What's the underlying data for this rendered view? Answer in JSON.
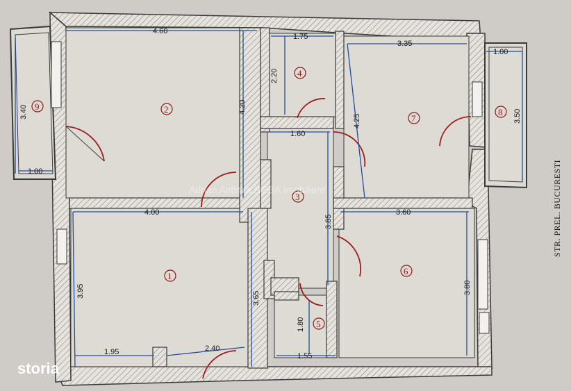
{
  "dimensions": {
    "room1_width": "4.00",
    "room1_height": "3.95",
    "room1_inner_height": "3.65",
    "room1_bottom_left": "1.95",
    "room1_bottom_right": "2.40",
    "room2_width": "4.60",
    "room2_height": "4.20",
    "room4_width": "1.75",
    "room4_height": "2.20",
    "room3_width": "1.60",
    "room3_height": "3.85",
    "room5_width": "1.55",
    "room5_height": "1.80",
    "room6_width": "3.60",
    "room6_height": "3.80",
    "room7_width": "3.35",
    "room7_height": "4.25",
    "room8_width": "1.00",
    "room8_height": "3.50",
    "room9_width": "1.00",
    "room9_height": "3.40"
  },
  "rooms": {
    "r1": "1",
    "r2": "2",
    "r3": "3",
    "r4": "4",
    "r5": "5",
    "r6": "6",
    "r7": "7",
    "r8": "8",
    "r9": "9"
  },
  "street_label": "STR. PREL. BUCURESTI",
  "watermark": "Adrian Antimia HEBA Imobiliare",
  "logo": "storia",
  "colors": {
    "wall_fill": "#e6e2dc",
    "wall_line": "#3a3a3a",
    "dimension_line": "#1f4e9e",
    "door_arc": "#9e1c1c",
    "floor": "#dedad4"
  }
}
